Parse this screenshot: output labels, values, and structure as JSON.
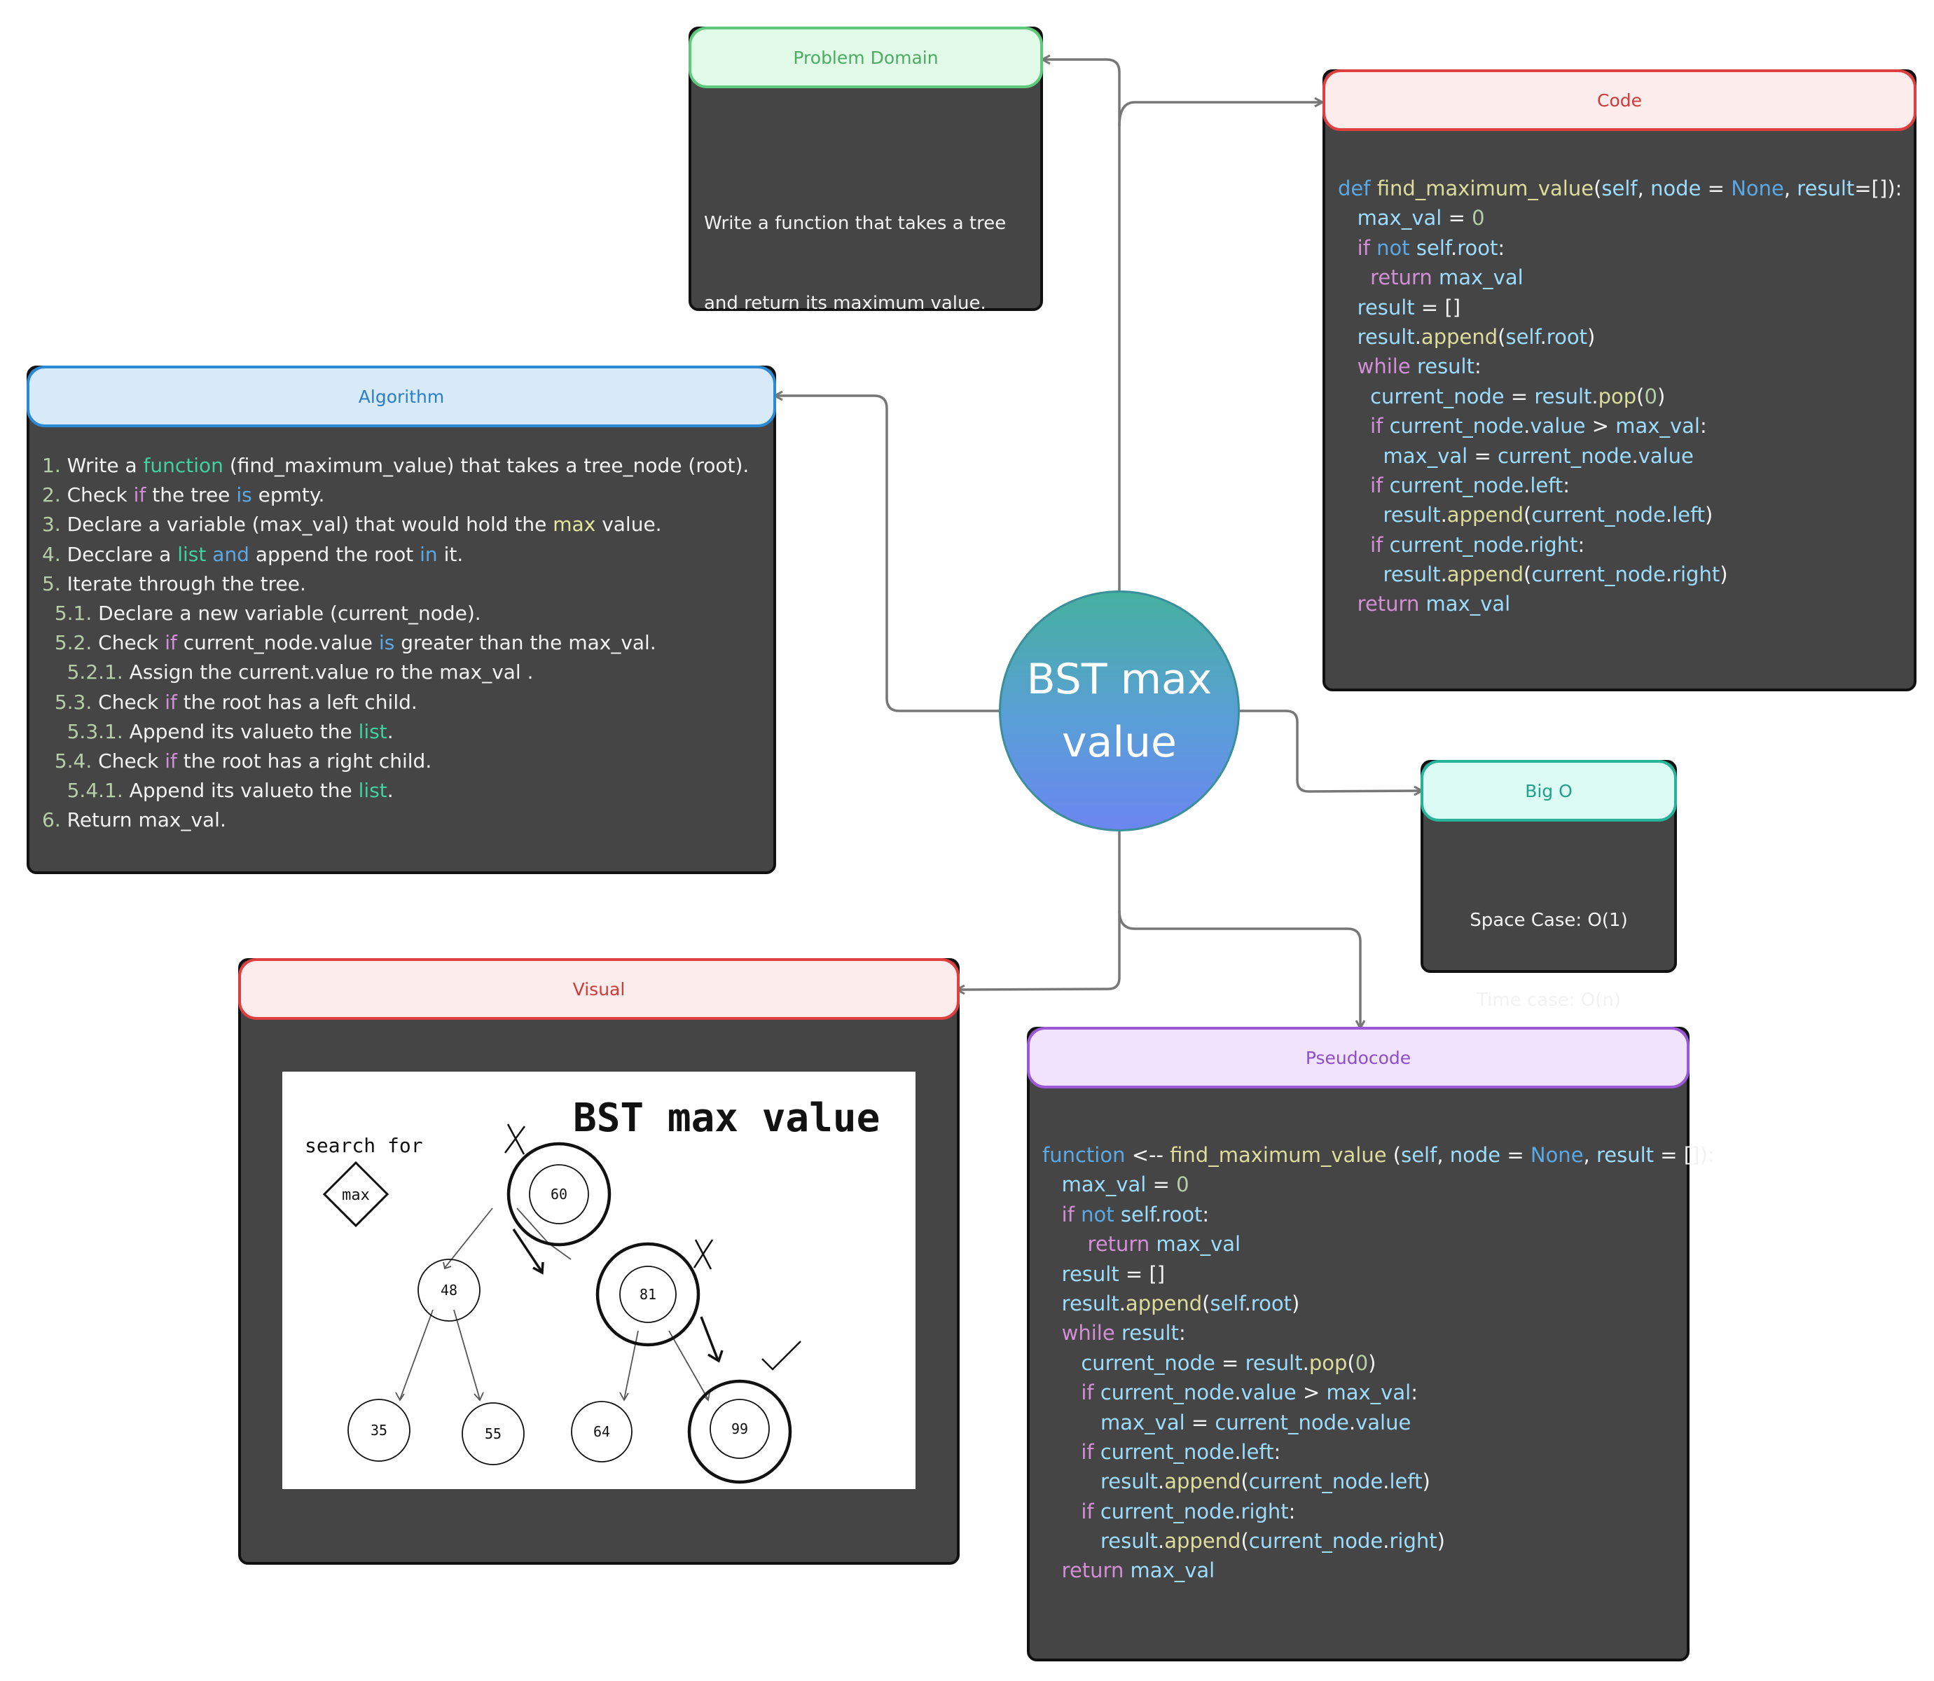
{
  "center": {
    "title_line1": "BST max",
    "title_line2": "value"
  },
  "problem_domain": {
    "header": "Problem Domain",
    "lines": [
      "Write a function that takes a tree",
      "and return its maximum value."
    ]
  },
  "code": {
    "header": "Code",
    "lines": [
      "def find_maximum_value(self, node = None, result=[]):",
      "   max_val = 0",
      "   if not self.root:",
      "     return max_val",
      "   result = []",
      "   result.append(self.root)",
      "   while result:",
      "     current_node = result.pop(0)",
      "     if current_node.value > max_val:",
      "       max_val = current_node.value",
      "     if current_node.left:",
      "       result.append(current_node.left)",
      "     if current_node.right:",
      "       result.append(current_node.right)",
      "   return max_val"
    ]
  },
  "algorithm": {
    "header": "Algorithm",
    "lines": [
      "1. Write a function (find_maximum_value) that takes a tree_node (root).",
      "2. Check if the tree is epmty.",
      "3. Declare a variable (max_val) that would hold the max value.",
      "4. Decclare a list and append the root in it.",
      "5. Iterate through the tree.",
      "  5.1. Declare a new variable (current_node).",
      "  5.2. Check if current_node.value is greater than the max_val.",
      "    5.2.1. Assign the current.value ro the max_val .",
      "  5.3. Check if the root has a left child.",
      "    5.3.1. Append its valueto the list.",
      "  5.4. Check if the root has a right child.",
      "    5.4.1. Append its valueto the list.",
      "6. Return max_val."
    ]
  },
  "big_o": {
    "header": "Big O",
    "space": "Space Case: O(1)",
    "time": "Time case: O(n)"
  },
  "visual": {
    "header": "Visual",
    "sketch": {
      "title": "BST max value",
      "search_label": "search for",
      "search_value": "max",
      "nodes": [
        "60",
        "48",
        "81",
        "35",
        "55",
        "64",
        "99"
      ]
    }
  },
  "pseudocode": {
    "header": "Pseudocode",
    "lines": [
      "function <-- find_maximum_value (self, node = None, result = []):",
      "   max_val = 0",
      "   if not self.root:",
      "       return max_val",
      "   result = []",
      "   result.append(self.root)",
      "   while result:",
      "      current_node = result.pop(0)",
      "      if current_node.value > max_val:",
      "         max_val = current_node.value",
      "      if current_node.left:",
      "         result.append(current_node.left)",
      "      if current_node.right:",
      "         result.append(current_node.right)",
      "   return max_val"
    ]
  },
  "colors": {
    "card_body": "#454545",
    "keyword": "#5aa9e6",
    "function": "#dcdc9c",
    "variable": "#9cdcfe",
    "control": "#d28fd6",
    "number": "#b5cea8",
    "builtin": "#3fd1a0",
    "connector": "#777777"
  }
}
